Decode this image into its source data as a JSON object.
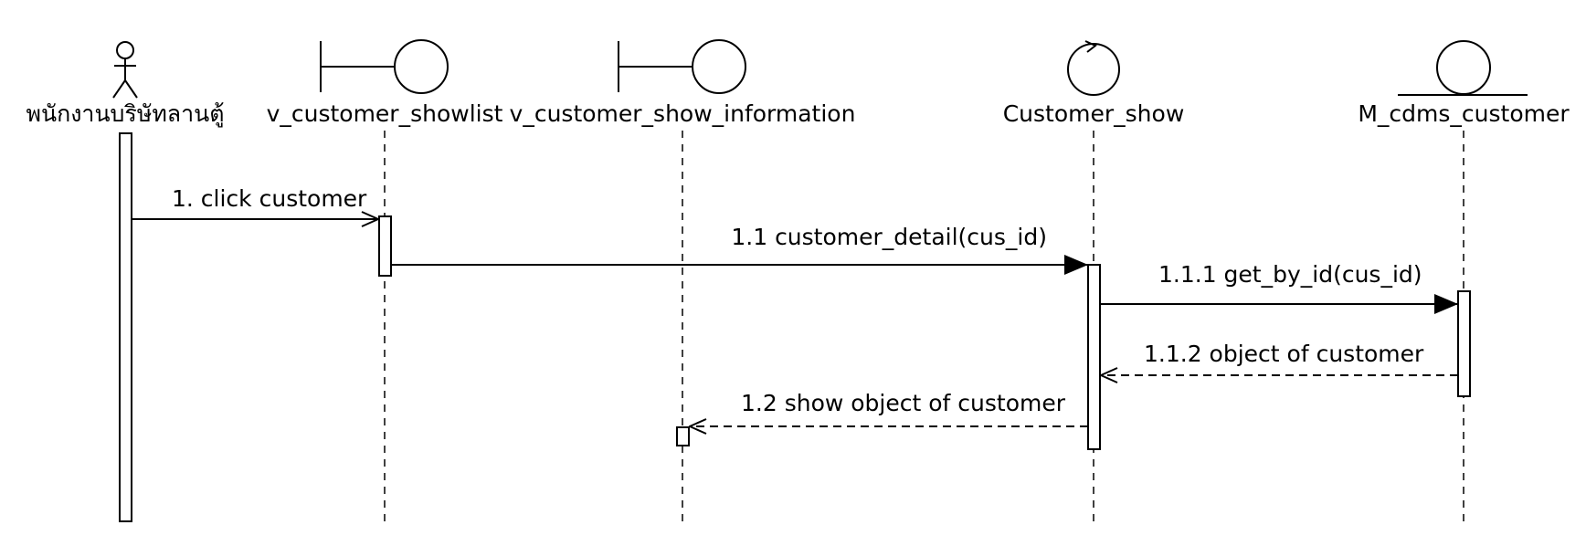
{
  "participants": {
    "actor": {
      "label": "พนักงานบริษัทลานตู้",
      "icon": "actor-icon"
    },
    "boundary1": {
      "label": "v_customer_showlist",
      "icon": "boundary-icon"
    },
    "boundary2": {
      "label": "v_customer_show_information",
      "icon": "boundary-icon"
    },
    "control": {
      "label": "Customer_show",
      "icon": "control-icon"
    },
    "entity": {
      "label": "M_cdms_customer",
      "icon": "entity-icon"
    }
  },
  "messages": {
    "m1": "1. click customer",
    "m1_1": "1.1 customer_detail(cus_id)",
    "m1_1_1": "1.1.1 get_by_id(cus_id)",
    "m1_1_2": "1.1.2 object of customer",
    "m1_2": "1.2 show object of customer"
  }
}
